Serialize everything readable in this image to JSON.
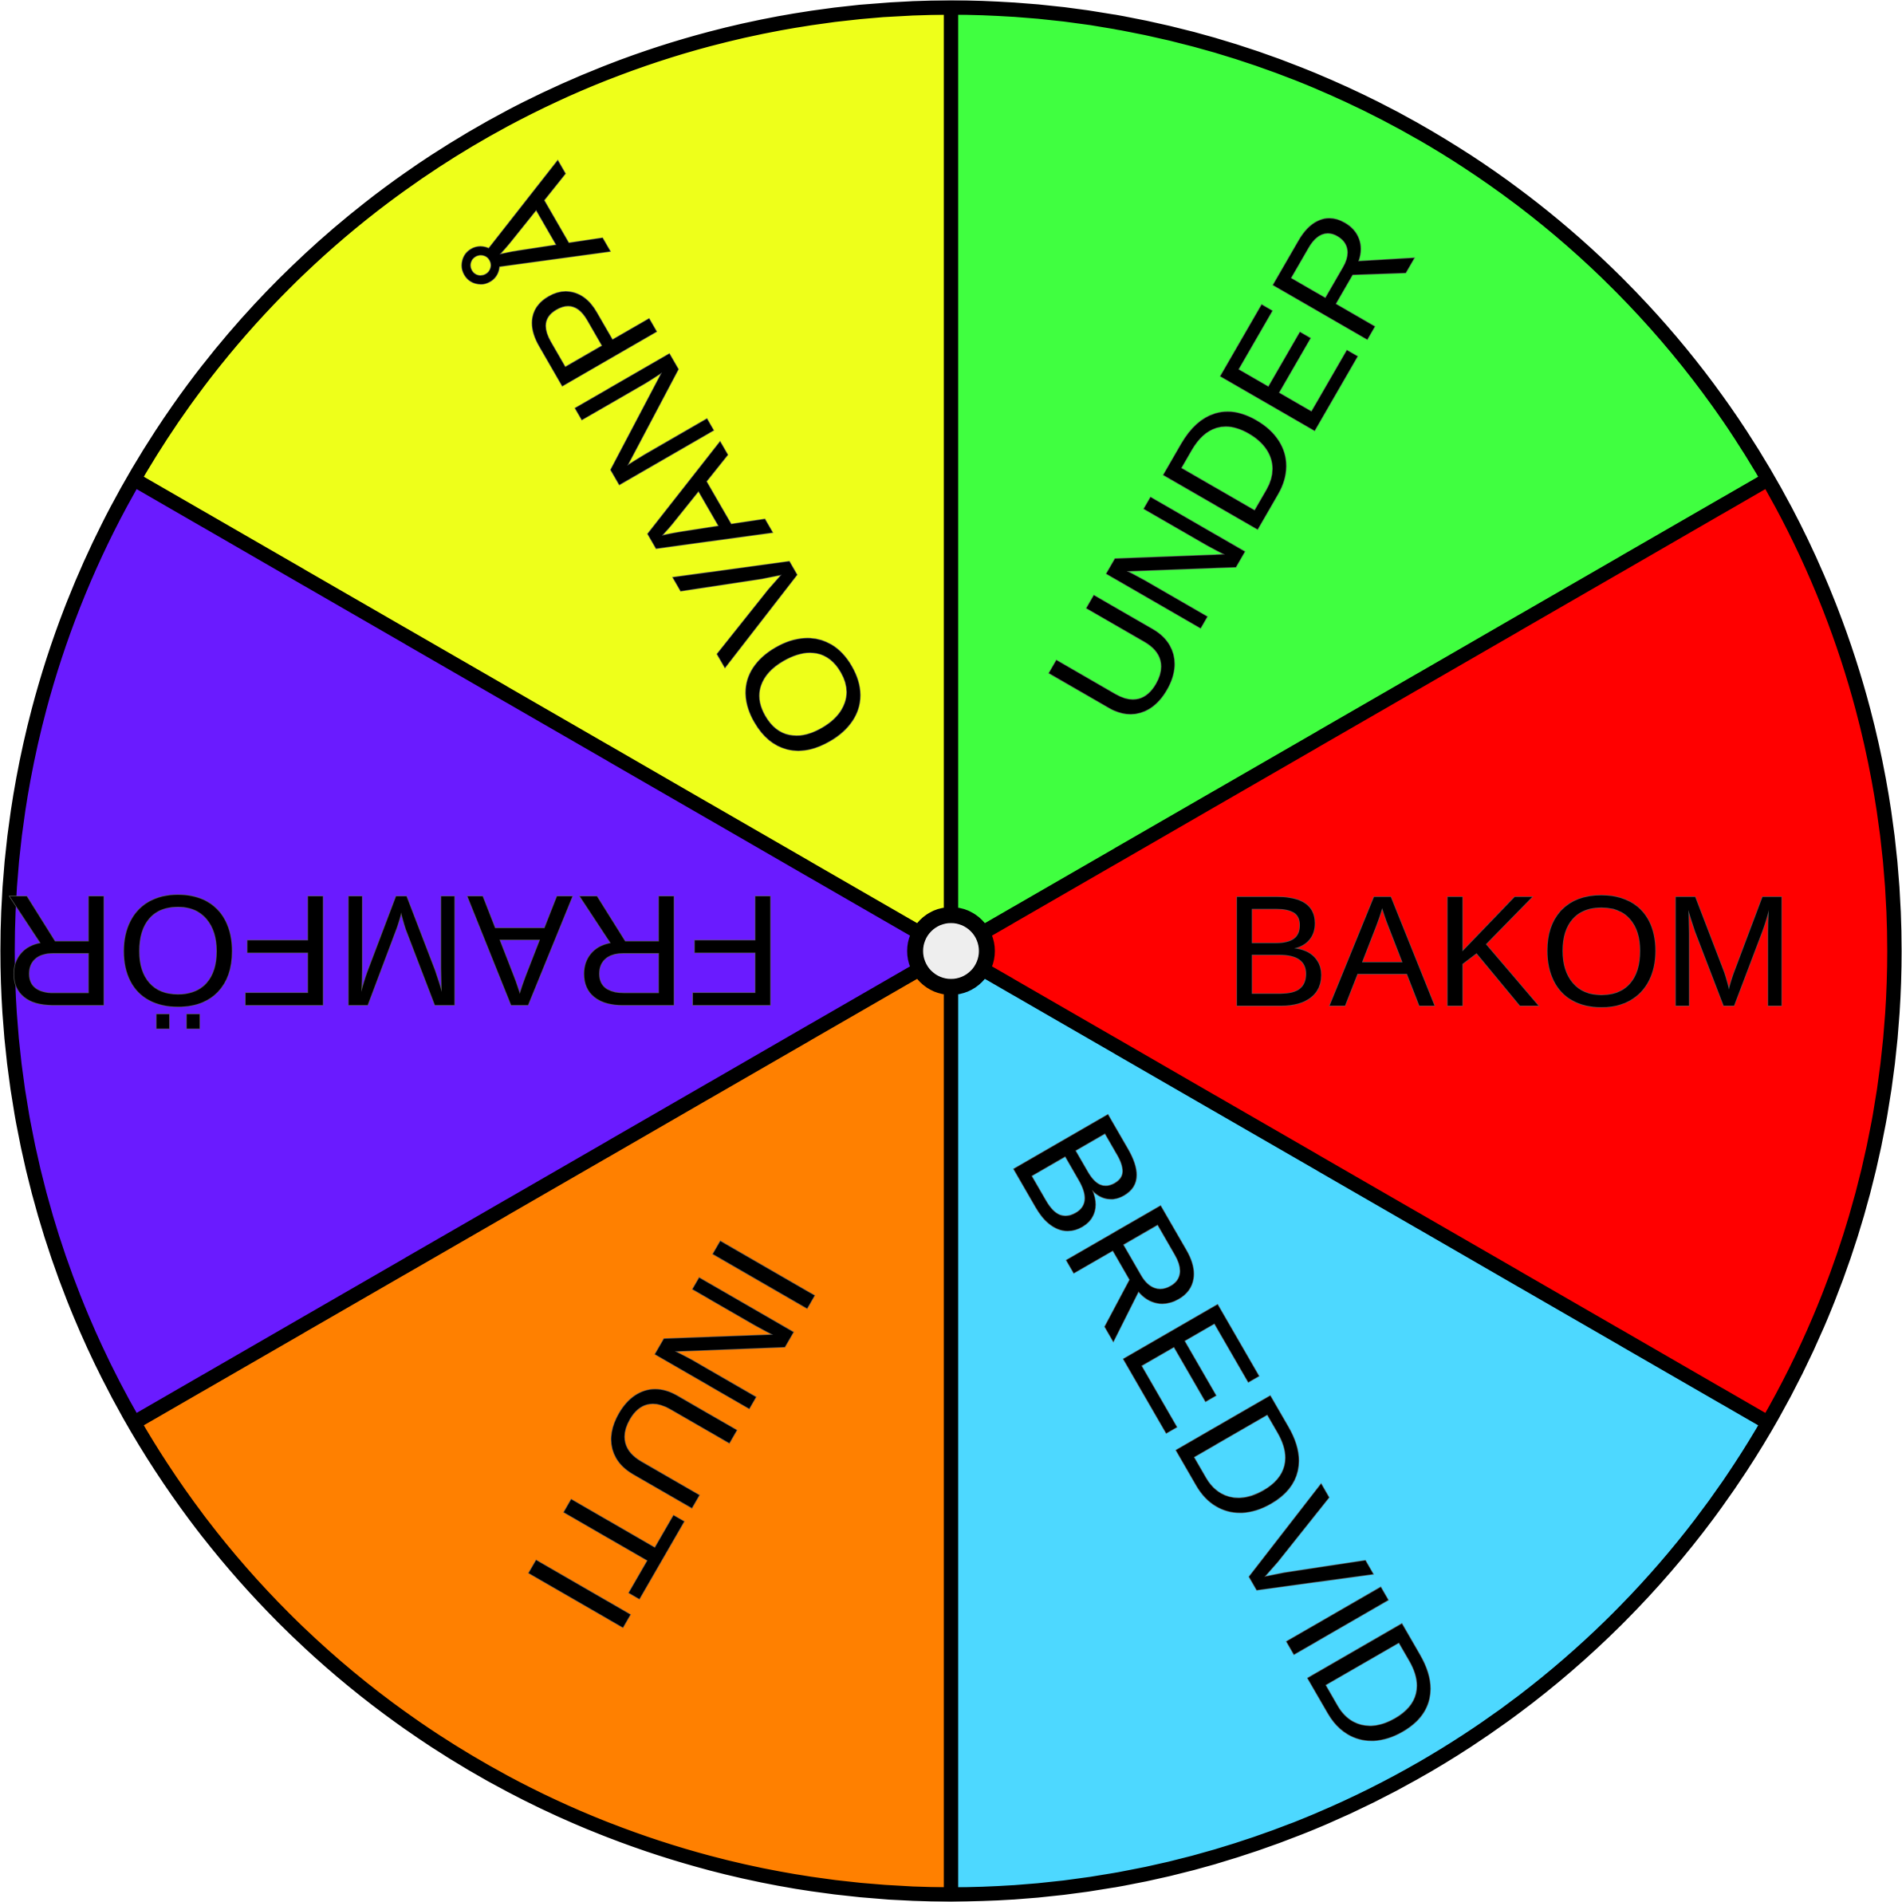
{
  "wheel": {
    "segments": [
      {
        "label": "BAKOM",
        "color": "#FF0000"
      },
      {
        "label": "BREDVID",
        "color": "#4DD8FF"
      },
      {
        "label": "INUTI",
        "color": "#FF8000"
      },
      {
        "label": "FRAMFÖR",
        "color": "#6A1BFF"
      },
      {
        "label": "OVANPÅ",
        "color": "#EEFF1A"
      },
      {
        "label": "UNDER",
        "color": "#40FF40"
      }
    ],
    "outline_color": "#000000",
    "hub_color": "#EEEEEE"
  }
}
